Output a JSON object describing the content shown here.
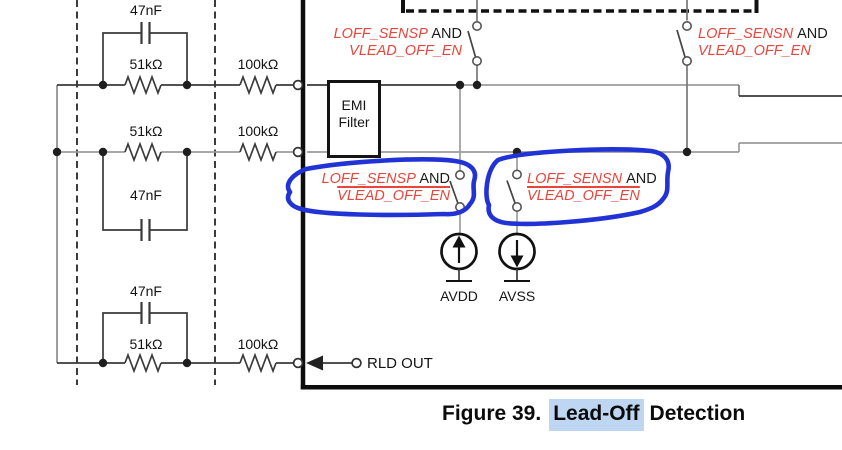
{
  "figure_caption": {
    "prefix": "Figure 39.",
    "highlighted": "Lead-Off",
    "suffix": "Detection"
  },
  "left_network": {
    "rows": [
      {
        "cap": "47nF",
        "parallel_res": "51kΩ",
        "series_res": "100kΩ"
      },
      {
        "cap": "47nF",
        "parallel_res": "51kΩ",
        "series_res": "100kΩ"
      },
      {
        "cap": "47nF",
        "parallel_res": "51kΩ",
        "series_res": "100kΩ"
      }
    ]
  },
  "emi_filter": {
    "line1": "EMI",
    "line2": "Filter"
  },
  "switch_labels": {
    "top_left": {
      "signal": "LOFF_SENSP",
      "conj": "AND",
      "enable": "VLEAD_OFF_EN",
      "enable_overline": false
    },
    "top_right": {
      "signal": "LOFF_SENSN",
      "conj": "AND",
      "enable": "VLEAD_OFF_EN",
      "enable_overline": false
    },
    "mid_left": {
      "signal": "LOFF_SENSP",
      "conj": "AND",
      "enable": "VLEAD_OFF_EN",
      "enable_overline": true
    },
    "mid_right": {
      "signal": "LOFF_SENSN",
      "conj": "AND",
      "enable": "VLEAD_OFF_EN",
      "enable_overline": true
    }
  },
  "current_sources": {
    "pullup": "AVDD",
    "pulldown": "AVSS"
  },
  "pins": {
    "rld_out": "RLD OUT"
  },
  "colors": {
    "signal_label_red": "#e8453c",
    "annotation_blue": "#2233d6",
    "selection_highlight_blue": "#bed6f2",
    "wire_gray": "#9c9c9c",
    "wire_black": "#3a3a3a"
  }
}
